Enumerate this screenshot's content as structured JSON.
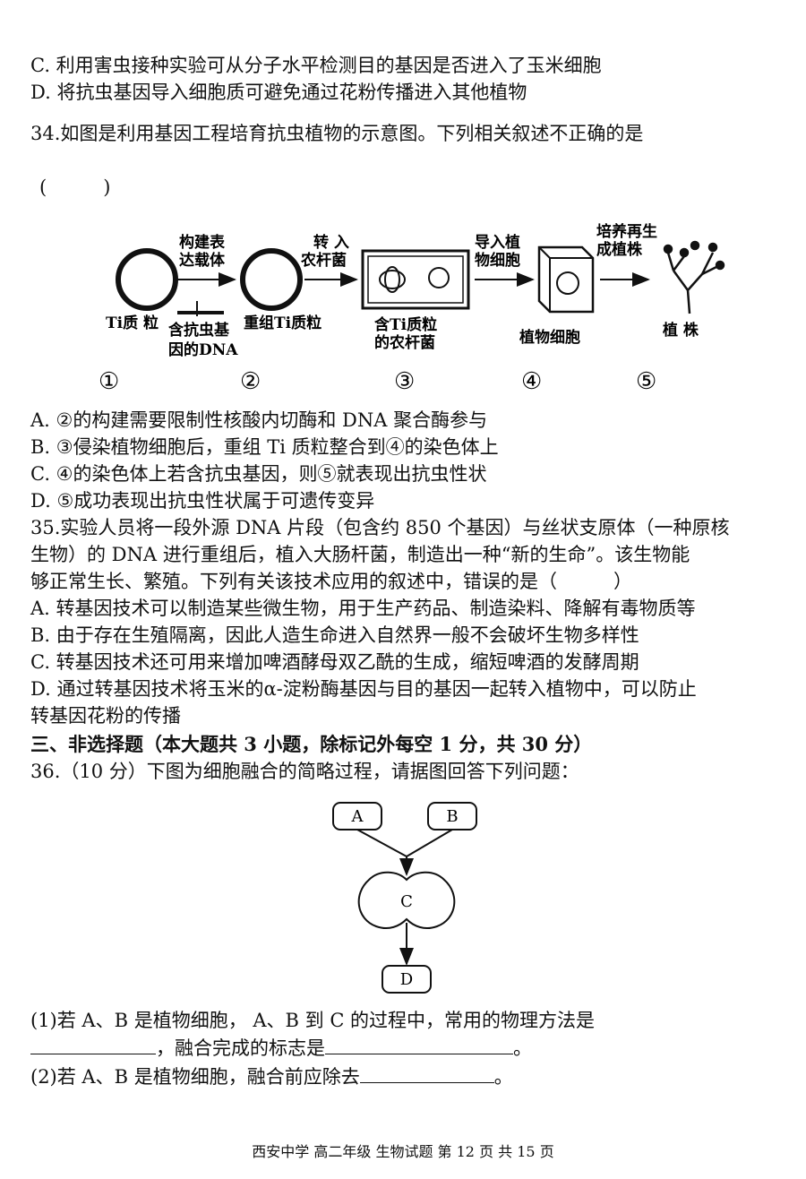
{
  "q33": {
    "optC": "C. 利用害虫接种实验可从分子水平检测目的基因是否进入了玉米细胞",
    "optD": "D. 将抗虫基因导入细胞质可避免通过花粉传播进入其他植物"
  },
  "q34": {
    "stem": "34.如图是利用基因工程培育抗虫植物的示意图。下列相关叙述不正确的是",
    "paren": "(　　　)",
    "figure": {
      "step1": "构建表达载体",
      "step2": "转入农杆菌",
      "step3": "导入植物细胞",
      "step4": "培养再生成植株",
      "label_ti": "Ti质 粒",
      "label_dna": "含抗虫基因的DNA",
      "label_recomb": "重组Ti质粒",
      "label_agro": "含Ti质粒的农杆菌",
      "label_cell": "植物细胞",
      "label_plant": "植 株",
      "nums": [
        "①",
        "②",
        "③",
        "④",
        "⑤"
      ]
    },
    "optA": "A. ②的构建需要限制性核酸内切酶和 DNA 聚合酶参与",
    "optB": "B. ③侵染植物细胞后，重组 Ti 质粒整合到④的染色体上",
    "optC": "C. ④的染色体上若含抗虫基因，则⑤就表现出抗虫性状",
    "optD": "D. ⑤成功表现出抗虫性状属于可遗传变异"
  },
  "q35": {
    "stem1": "35.实验人员将一段外源 DNA 片段（包含约 850 个基因）与丝状支原体（一种原核",
    "stem2": "生物）的 DNA 进行重组后，植入大肠杆菌，制造出一种“新的生命”。该生物能",
    "stem3": "够正常生长、繁殖。下列有关该技术应用的叙述中，错误的是（　　　）",
    "optA": "A. 转基因技术可以制造某些微生物，用于生产药品、制造染料、降解有毒物质等",
    "optB": "B. 由于存在生殖隔离，因此人造生命进入自然界一般不会破坏生物多样性",
    "optC": "C. 转基因技术还可用来增加啤酒酵母双乙酰的生成，缩短啤酒的发酵周期",
    "optD1": "D. 通过转基因技术将玉米的α-淀粉酶基因与目的基因一起转入植物中，可以防止",
    "optD2": "转基因花粉的传播"
  },
  "section3": "三、非选择题（本大题共 3 小题，除标记外每空 1 分，共 30 分）",
  "q36": {
    "stem": "36.（10 分）下图为细胞融合的简略过程，请据图回答下列问题：",
    "figure": {
      "A": "A",
      "B": "B",
      "C": "C",
      "D": "D"
    },
    "p1a": "(1)若 A、B 是植物细胞， A、B 到 C 的过程中，常用的物理方法是",
    "p1b_mid": "，融合完成的标志是",
    "p1b_end": "。",
    "p2a": "(2)若 A、B 是植物细胞，融合前应除去",
    "p2_end": "。"
  },
  "footer": "西安中学  高二年级  生物试题    第 12 页    共 15 页"
}
